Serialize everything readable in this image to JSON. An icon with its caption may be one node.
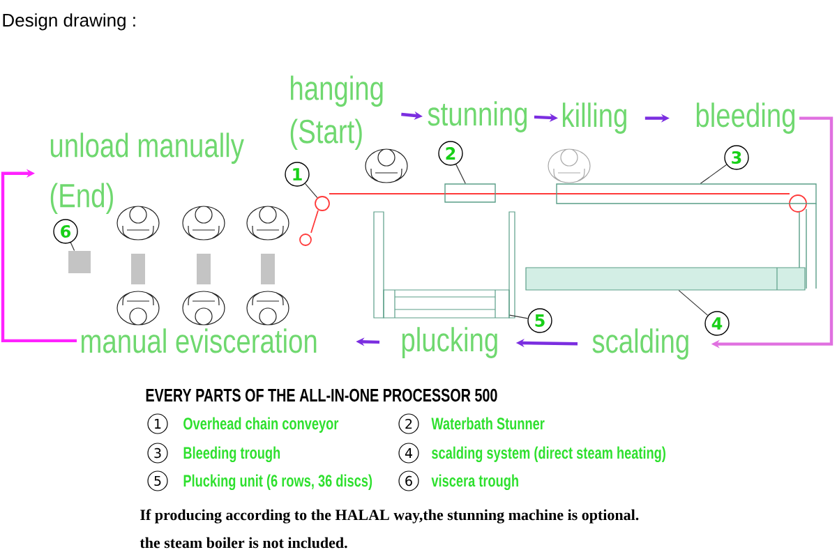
{
  "diagram": {
    "title": "Design drawing :",
    "nodes": [
      {
        "text": [
          "hanging",
          "(Start)"
        ]
      },
      {
        "text": [
          "stunning"
        ]
      },
      {
        "text": [
          "killing"
        ]
      },
      {
        "text": [
          "bleeding"
        ]
      },
      {
        "text": [
          "scalding"
        ]
      },
      {
        "text": [
          "plucking"
        ]
      },
      {
        "text": [
          "manual evisceration"
        ]
      },
      {
        "text": [
          "unload manually",
          "(End)"
        ]
      },
      {
        "text": [
          "1"
        ]
      },
      {
        "text": [
          "2"
        ]
      },
      {
        "text": [
          "3"
        ]
      },
      {
        "text": [
          "4"
        ]
      },
      {
        "text": [
          "5"
        ]
      },
      {
        "text": [
          "6"
        ]
      },
      {
        "text": [],
        "shape": "circle"
      },
      {
        "text": [],
        "shape": "box"
      },
      {
        "text": [],
        "shape": "bar"
      },
      {
        "text": [],
        "shape": "box"
      },
      {
        "text": [],
        "shape": "box"
      },
      {
        "text": [],
        "shape": "box"
      }
    ],
    "edges": [
      {
        "from": 0,
        "to": 1,
        "arrow": "to",
        "color": "#7b2ee0"
      },
      {
        "from": 1,
        "to": 2,
        "arrow": "to",
        "color": "#7b2ee0"
      },
      {
        "from": 2,
        "to": 3,
        "arrow": "to",
        "color": "#7b2ee0"
      },
      {
        "from": 3,
        "to": 4,
        "arrow": "to",
        "color": "#e070e0"
      },
      {
        "from": 4,
        "to": 5,
        "arrow": "to",
        "color": "#7b2ee0"
      },
      {
        "from": 5,
        "to": 6,
        "arrow": "to",
        "color": "#7b2ee0"
      },
      {
        "from": 6,
        "to": 7,
        "arrow": "to",
        "color": "#ff22ff"
      },
      {
        "from": 8,
        "to": 14,
        "arrow": "none"
      },
      {
        "from": 9,
        "to": 15,
        "arrow": "none"
      },
      {
        "from": 10,
        "to": 16,
        "arrow": "none"
      },
      {
        "from": 11,
        "to": 17,
        "arrow": "none"
      },
      {
        "from": 12,
        "to": 18,
        "arrow": "none"
      },
      {
        "from": 13,
        "to": 19,
        "arrow": "none"
      }
    ],
    "labels": [
      "EVERY PARTS OF THE ALL-IN-ONE PROCESSOR 500",
      "1",
      "Overhead chain conveyor",
      "2",
      "Waterbath Stunner",
      "3",
      "Bleeding trough",
      "4",
      "scalding system (direct steam heating)",
      "5",
      "Plucking unit (6 rows, 36 discs)",
      "6",
      "viscera trough",
      "If producing according to the HALAL way,the stunning machine is optional.",
      "the steam boiler is not included."
    ]
  }
}
